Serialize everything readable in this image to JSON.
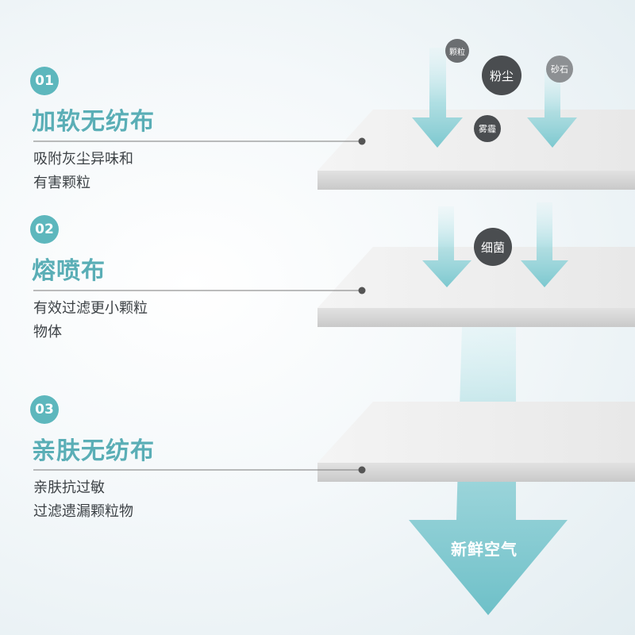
{
  "steps": [
    {
      "number": "01",
      "title": "加软无纺布",
      "desc_lines": [
        "吸附灰尘异味和",
        "有害颗粒"
      ]
    },
    {
      "number": "02",
      "title": "熔喷布",
      "desc_lines": [
        "有效过滤更小颗粒",
        "物体"
      ]
    },
    {
      "number": "03",
      "title": "亲肤无纺布",
      "desc_lines": [
        "亲肤抗过敏",
        "过滤遗漏颗粒物"
      ]
    }
  ],
  "particles": {
    "layer1": [
      "颗粒",
      "粉尘",
      "砂石",
      "雾霾"
    ],
    "layer2": [
      "细菌"
    ]
  },
  "output_label": "新鲜空气",
  "colors": {
    "accent": "#5db7bd",
    "arrow": "#7fc9d0",
    "sheet_top": "#eeeeee",
    "sheet_side": "#d6d6d6",
    "text": "#3d4246",
    "dot": "#555555"
  }
}
